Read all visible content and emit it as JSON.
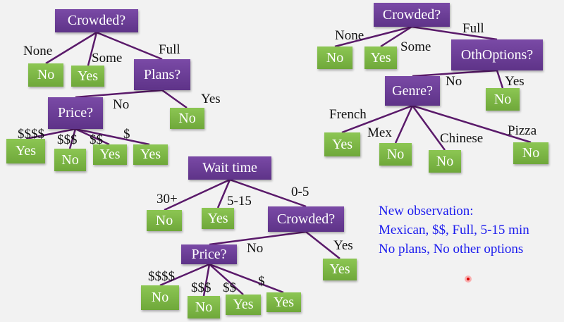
{
  "tree1": {
    "root": "Crowded?",
    "none_label": "None",
    "some_label": "Some",
    "full_label": "Full",
    "none_leaf": "No",
    "some_leaf": "Yes",
    "plans": "Plans?",
    "plans_no": "No",
    "plans_yes": "Yes",
    "plans_yes_leaf": "No",
    "price": "Price?",
    "p4": "$$$$",
    "p3": "$$$",
    "p2": "$$",
    "p1": "$",
    "p4_leaf": "Yes",
    "p3_leaf": "No",
    "p2_leaf": "Yes",
    "p1_leaf": "Yes"
  },
  "tree2": {
    "root": "Crowded?",
    "none_label": "None",
    "some_label": "Some",
    "full_label": "Full",
    "none_leaf": "No",
    "some_leaf": "Yes",
    "oth": "OthOptions?",
    "oth_no": "No",
    "oth_yes": "Yes",
    "oth_yes_leaf": "No",
    "genre": "Genre?",
    "french": "French",
    "mex": "Mex",
    "chinese": "Chinese",
    "pizza": "Pizza",
    "french_leaf": "Yes",
    "mex_leaf": "No",
    "chinese_leaf": "No",
    "pizza_leaf": "No"
  },
  "tree3": {
    "root": "Wait time",
    "w30": "30+",
    "w515": "5-15",
    "w05": "0-5",
    "w30_leaf": "No",
    "w515_leaf": "Yes",
    "crowded": "Crowded?",
    "crowded_no": "No",
    "crowded_yes": "Yes",
    "crowded_yes_leaf": "Yes",
    "price": "Price?",
    "p4": "$$$$",
    "p3": "$$$",
    "p2": "$$",
    "p1": "$",
    "p4_leaf": "No",
    "p3_leaf": "No",
    "p2_leaf": "Yes",
    "p1_leaf": "Yes"
  },
  "observation": {
    "line1": "New observation:",
    "line2": "Mexican, $$, Full, 5-15 min",
    "line3": "No plans, No other options"
  },
  "colors": {
    "question": "#6a3d96",
    "leaf": "#7ab648",
    "edge": "#5a1a6a",
    "observation": "#1a1aee"
  }
}
